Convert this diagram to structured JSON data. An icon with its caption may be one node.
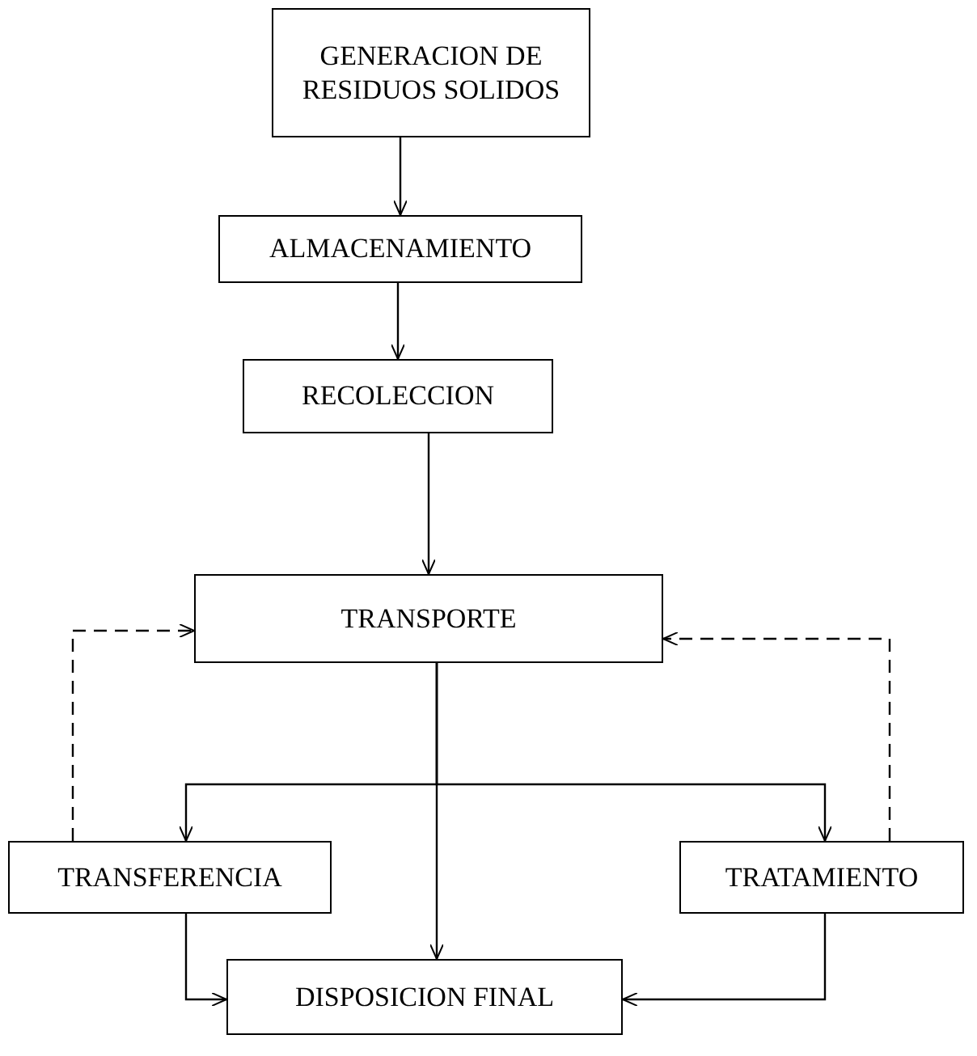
{
  "diagram": {
    "nodes": [
      {
        "text": [
          "GENERACION DE RESIDUOS SOLIDOS"
        ]
      },
      {
        "text": [
          "ALMACENAMIENTO"
        ]
      },
      {
        "text": [
          "RECOLECCION"
        ]
      },
      {
        "text": [
          "TRANSPORTE"
        ]
      },
      {
        "text": [
          "TRANSFERENCIA"
        ]
      },
      {
        "text": [
          "TRATAMIENTO"
        ]
      },
      {
        "text": [
          "DISPOSICION FINAL"
        ]
      }
    ],
    "edges": [
      {
        "from": 0,
        "to": 1,
        "arrow": "to"
      },
      {
        "from": 1,
        "to": 2,
        "arrow": "to"
      },
      {
        "from": 2,
        "to": 3,
        "arrow": "to"
      },
      {
        "from": 3,
        "to": 6,
        "arrow": "to"
      },
      {
        "from": 3,
        "to": 4,
        "arrow": "to"
      },
      {
        "from": 3,
        "to": 5,
        "arrow": "to"
      },
      {
        "from": 4,
        "to": 3,
        "arrow": "to",
        "style": "dashed"
      },
      {
        "from": 5,
        "to": 3,
        "arrow": "to",
        "style": "dashed"
      },
      {
        "from": 4,
        "to": 6,
        "arrow": "to"
      },
      {
        "from": 5,
        "to": 6,
        "arrow": "to"
      }
    ]
  }
}
